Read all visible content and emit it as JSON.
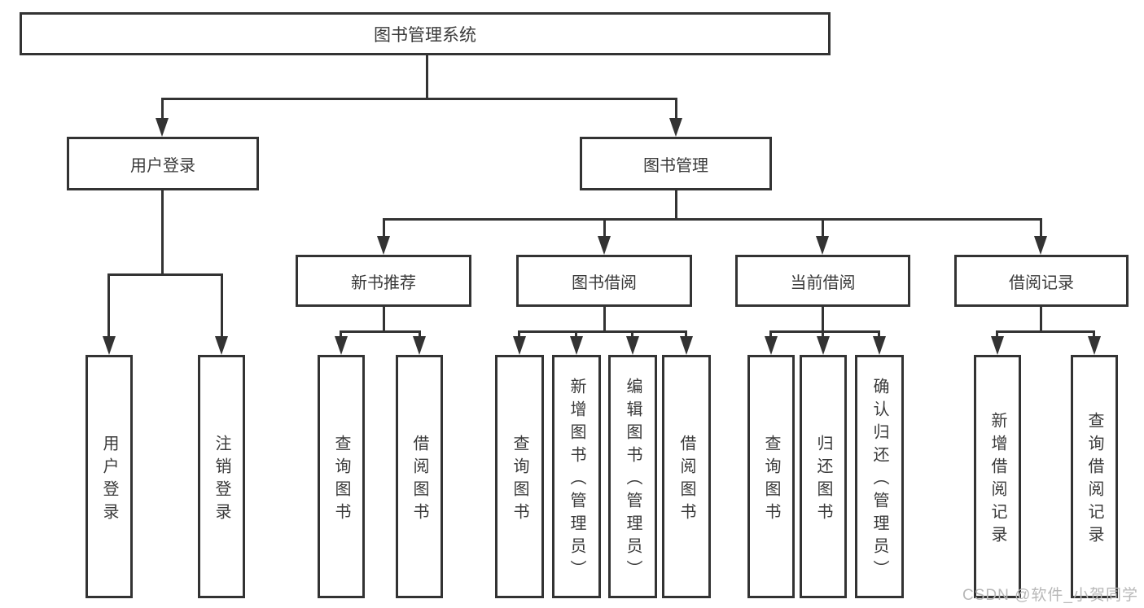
{
  "colors": {
    "line": "#333333",
    "text": "#3a3a3a",
    "background": "#ffffff",
    "watermark": "#b8b8b8"
  },
  "watermark": "CSDN @软件_小贺同学",
  "tree": {
    "label": "图书管理系统",
    "children": [
      {
        "label": "用户登录",
        "children": [
          {
            "label": "用户登录"
          },
          {
            "label": "注销登录"
          }
        ]
      },
      {
        "label": "图书管理",
        "children": [
          {
            "label": "新书推荐",
            "children": [
              {
                "label": "查询图书"
              },
              {
                "label": "借阅图书"
              }
            ]
          },
          {
            "label": "图书借阅",
            "children": [
              {
                "label": "查询图书"
              },
              {
                "label": "新增图书（管理员）"
              },
              {
                "label": "编辑图书（管理员）"
              },
              {
                "label": "借阅图书"
              }
            ]
          },
          {
            "label": "当前借阅",
            "children": [
              {
                "label": "查询图书"
              },
              {
                "label": "归还图书"
              },
              {
                "label": "确认归还（管理员）"
              }
            ]
          },
          {
            "label": "借阅记录",
            "children": [
              {
                "label": "新增借阅记录"
              },
              {
                "label": "查询借阅记录"
              }
            ]
          }
        ]
      }
    ]
  }
}
